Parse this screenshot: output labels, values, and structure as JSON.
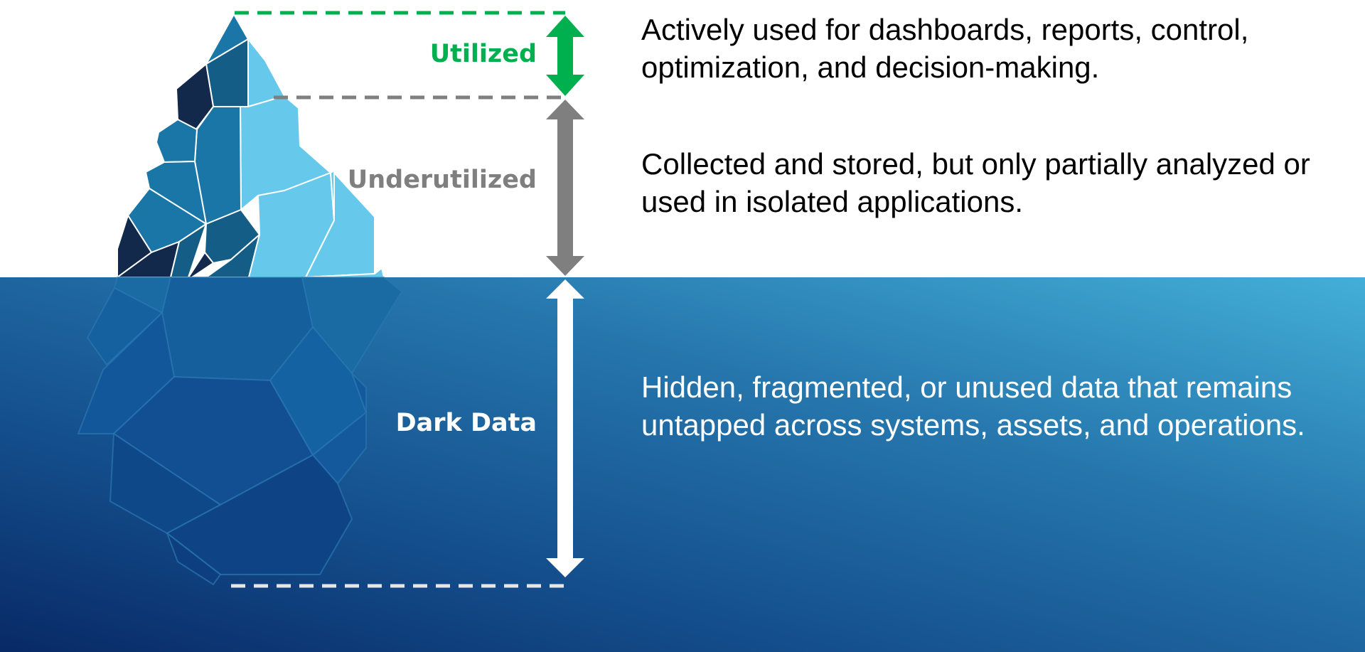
{
  "diagram": {
    "type": "iceberg",
    "tiers": [
      {
        "name": "Utilized",
        "description": "Actively used for dashboards, reports, control, optimization, and decision-making.",
        "color": "#00b04f"
      },
      {
        "name": "Underutilized",
        "description": "Collected and stored, but only partially analyzed or used in isolated applications.",
        "color": "#7f7f7f"
      },
      {
        "name": "Dark Data",
        "description": "Hidden, fragmented, or unused data that remains untapped across systems, assets, and operations.",
        "color": "#ffffff"
      }
    ],
    "colors": {
      "water_top_right": "#41acd6",
      "water_deep": "#0a2f6b",
      "text_dark": "#000000",
      "text_light": "#ffffff",
      "ice_light": "#66c9eb",
      "ice_mid": "#1a76a6",
      "ice_dark": "#13294b"
    }
  }
}
